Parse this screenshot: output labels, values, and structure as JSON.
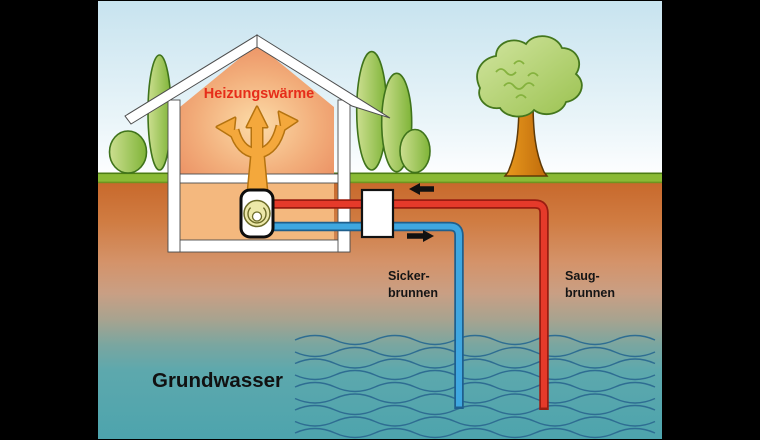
{
  "diagram": {
    "type": "groundwater-heat-pump-schematic",
    "labels": {
      "heating_heat": "Heizungswärme",
      "seep_well_line1": "Sicker-",
      "seep_well_line2": "brunnen",
      "suction_well_line1": "Saug-",
      "suction_well_line2": "brunnen",
      "groundwater": "Grundwasser"
    },
    "colors": {
      "heating_text": "#e62d1a",
      "well_label_text": "#151515",
      "groundwater_text": "#111111",
      "warm_pipe_red": "#e53a2a",
      "cold_pipe_blue": "#3fa7e0",
      "heat_arrow_orange": "#f4a83c",
      "flow_arrow_black": "#111111",
      "grass_green": "#8aba35",
      "soil_orange": "#c8692c",
      "groundwater_teal": "#4fa4ac",
      "sky_blue": "#c7e3ef"
    },
    "icons": [
      "heat-pump-fan-icon",
      "heat-spread-arrow-icon",
      "flow-arrow-left-icon",
      "flow-arrow-right-icon"
    ]
  }
}
